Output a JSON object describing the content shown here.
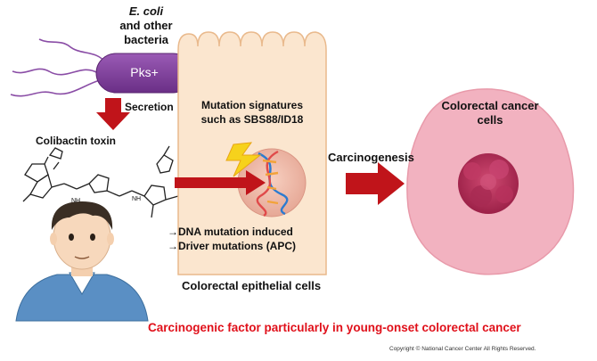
{
  "bacteria": {
    "name_line1": "E. coli",
    "name_line2": "and other",
    "name_line3": "bacteria",
    "badge": "Pks+"
  },
  "secretion_label": "Secretion",
  "toxin_label": "Colibactin toxin",
  "molecule_nh_labels": [
    "NH",
    "NH"
  ],
  "cell": {
    "mutation_line1": "Mutation signatures",
    "mutation_line2": "such as SBS88/ID18",
    "effect_line1": "→DNA mutation induced",
    "effect_line2": "→Driver mutations (APC)",
    "caption": "Colorectal epithelial cells"
  },
  "carcinogenesis_label": "Carcinogenesis",
  "cancer": {
    "line1": "Colorectal cancer",
    "line2": "cells"
  },
  "bottom_caption": "Carcinogenic factor particularly in young-onset colorectal cancer",
  "copyright": "Copyright © National Cancer Center All Rights Reserved.",
  "colors": {
    "arrow_red": "#c0141a",
    "caption_red": "#e0101a",
    "bacteria_purple": "#7a3f96",
    "cell_fill": "#fbe6cf",
    "cancer_fill": "#f2b2c0",
    "tumor": "#b8325c",
    "shirt": "#5a8fc4"
  }
}
